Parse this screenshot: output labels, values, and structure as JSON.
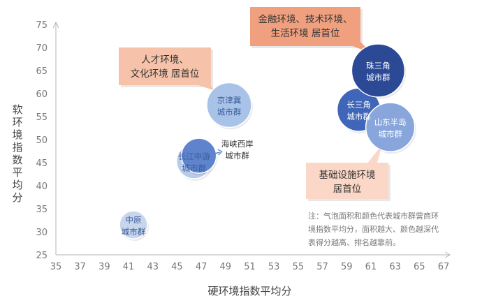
{
  "chart_data": {
    "type": "scatter",
    "xlabel": "硬环境指数平均分",
    "ylabel": "软环境指数平均分",
    "xlim": [
      35,
      67
    ],
    "ylim": [
      25,
      75
    ],
    "x_ticks": [
      35,
      37,
      39,
      41,
      43,
      45,
      47,
      49,
      51,
      53,
      55,
      57,
      59,
      61,
      63,
      65,
      67
    ],
    "y_ticks": [
      25,
      30,
      35,
      40,
      45,
      50,
      55,
      60,
      65,
      70,
      75
    ],
    "points": [
      {
        "name": "中原城市群",
        "label_lines": [
          "中原",
          "城市群"
        ],
        "x": 41.4,
        "y": 31.5,
        "radius": 20,
        "color": "#c8d6ec",
        "label_color": "#3a5d9c"
      },
      {
        "name": "长江中游城市群",
        "label_lines": [
          "长江中游",
          "城市群"
        ],
        "x": 46.4,
        "y": 45.3,
        "radius": 25,
        "color": "#b7cbea",
        "label_color": "#3a5d9c"
      },
      {
        "name": "海峡西岸城市群",
        "label_lines": [
          "海峡西岸",
          "城市群"
        ],
        "x": 46.8,
        "y": 46.5,
        "radius": 25,
        "color": "#5f83cc",
        "label_color": "#333333"
      },
      {
        "name": "京津冀城市群",
        "label_lines": [
          "京津冀",
          "城市群"
        ],
        "x": 49.3,
        "y": 57.5,
        "radius": 32,
        "color": "#a9c3e8",
        "label_color": "#3a5d9c"
      },
      {
        "name": "长三角城市群",
        "label_lines": [
          "长三角",
          "城市群"
        ],
        "x": 60.0,
        "y": 56.5,
        "radius": 31,
        "color": "#3f66b8",
        "label_color": "#ffffff"
      },
      {
        "name": "珠三角城市群",
        "label_lines": [
          "珠三角",
          "城市群"
        ],
        "x": 61.6,
        "y": 65.0,
        "radius": 38,
        "color": "#2c4996",
        "label_color": "#ffffff"
      },
      {
        "name": "山东半岛城市群",
        "label_lines": [
          "山东半岛",
          "城市群"
        ],
        "x": 62.6,
        "y": 52.7,
        "radius": 35,
        "color": "#88a6dc",
        "label_color": "#ffffff"
      }
    ],
    "callouts": [
      {
        "lines": [
          "金融环境、技术环境、",
          "生活环境 居首位"
        ],
        "fill": "#f0a07f"
      },
      {
        "lines": [
          "人才环境、",
          "文化环境 居首位"
        ],
        "fill": "#f6c2a9"
      },
      {
        "lines": [
          "基础设施环境",
          "居首位"
        ],
        "fill": "#fad7c6"
      }
    ],
    "note_lines": [
      "注：气泡面积和颜色代表城市群营商环",
      "境指数平均分，面积越大、颜色越深代",
      "表得分越高、排名越靠前。"
    ]
  }
}
